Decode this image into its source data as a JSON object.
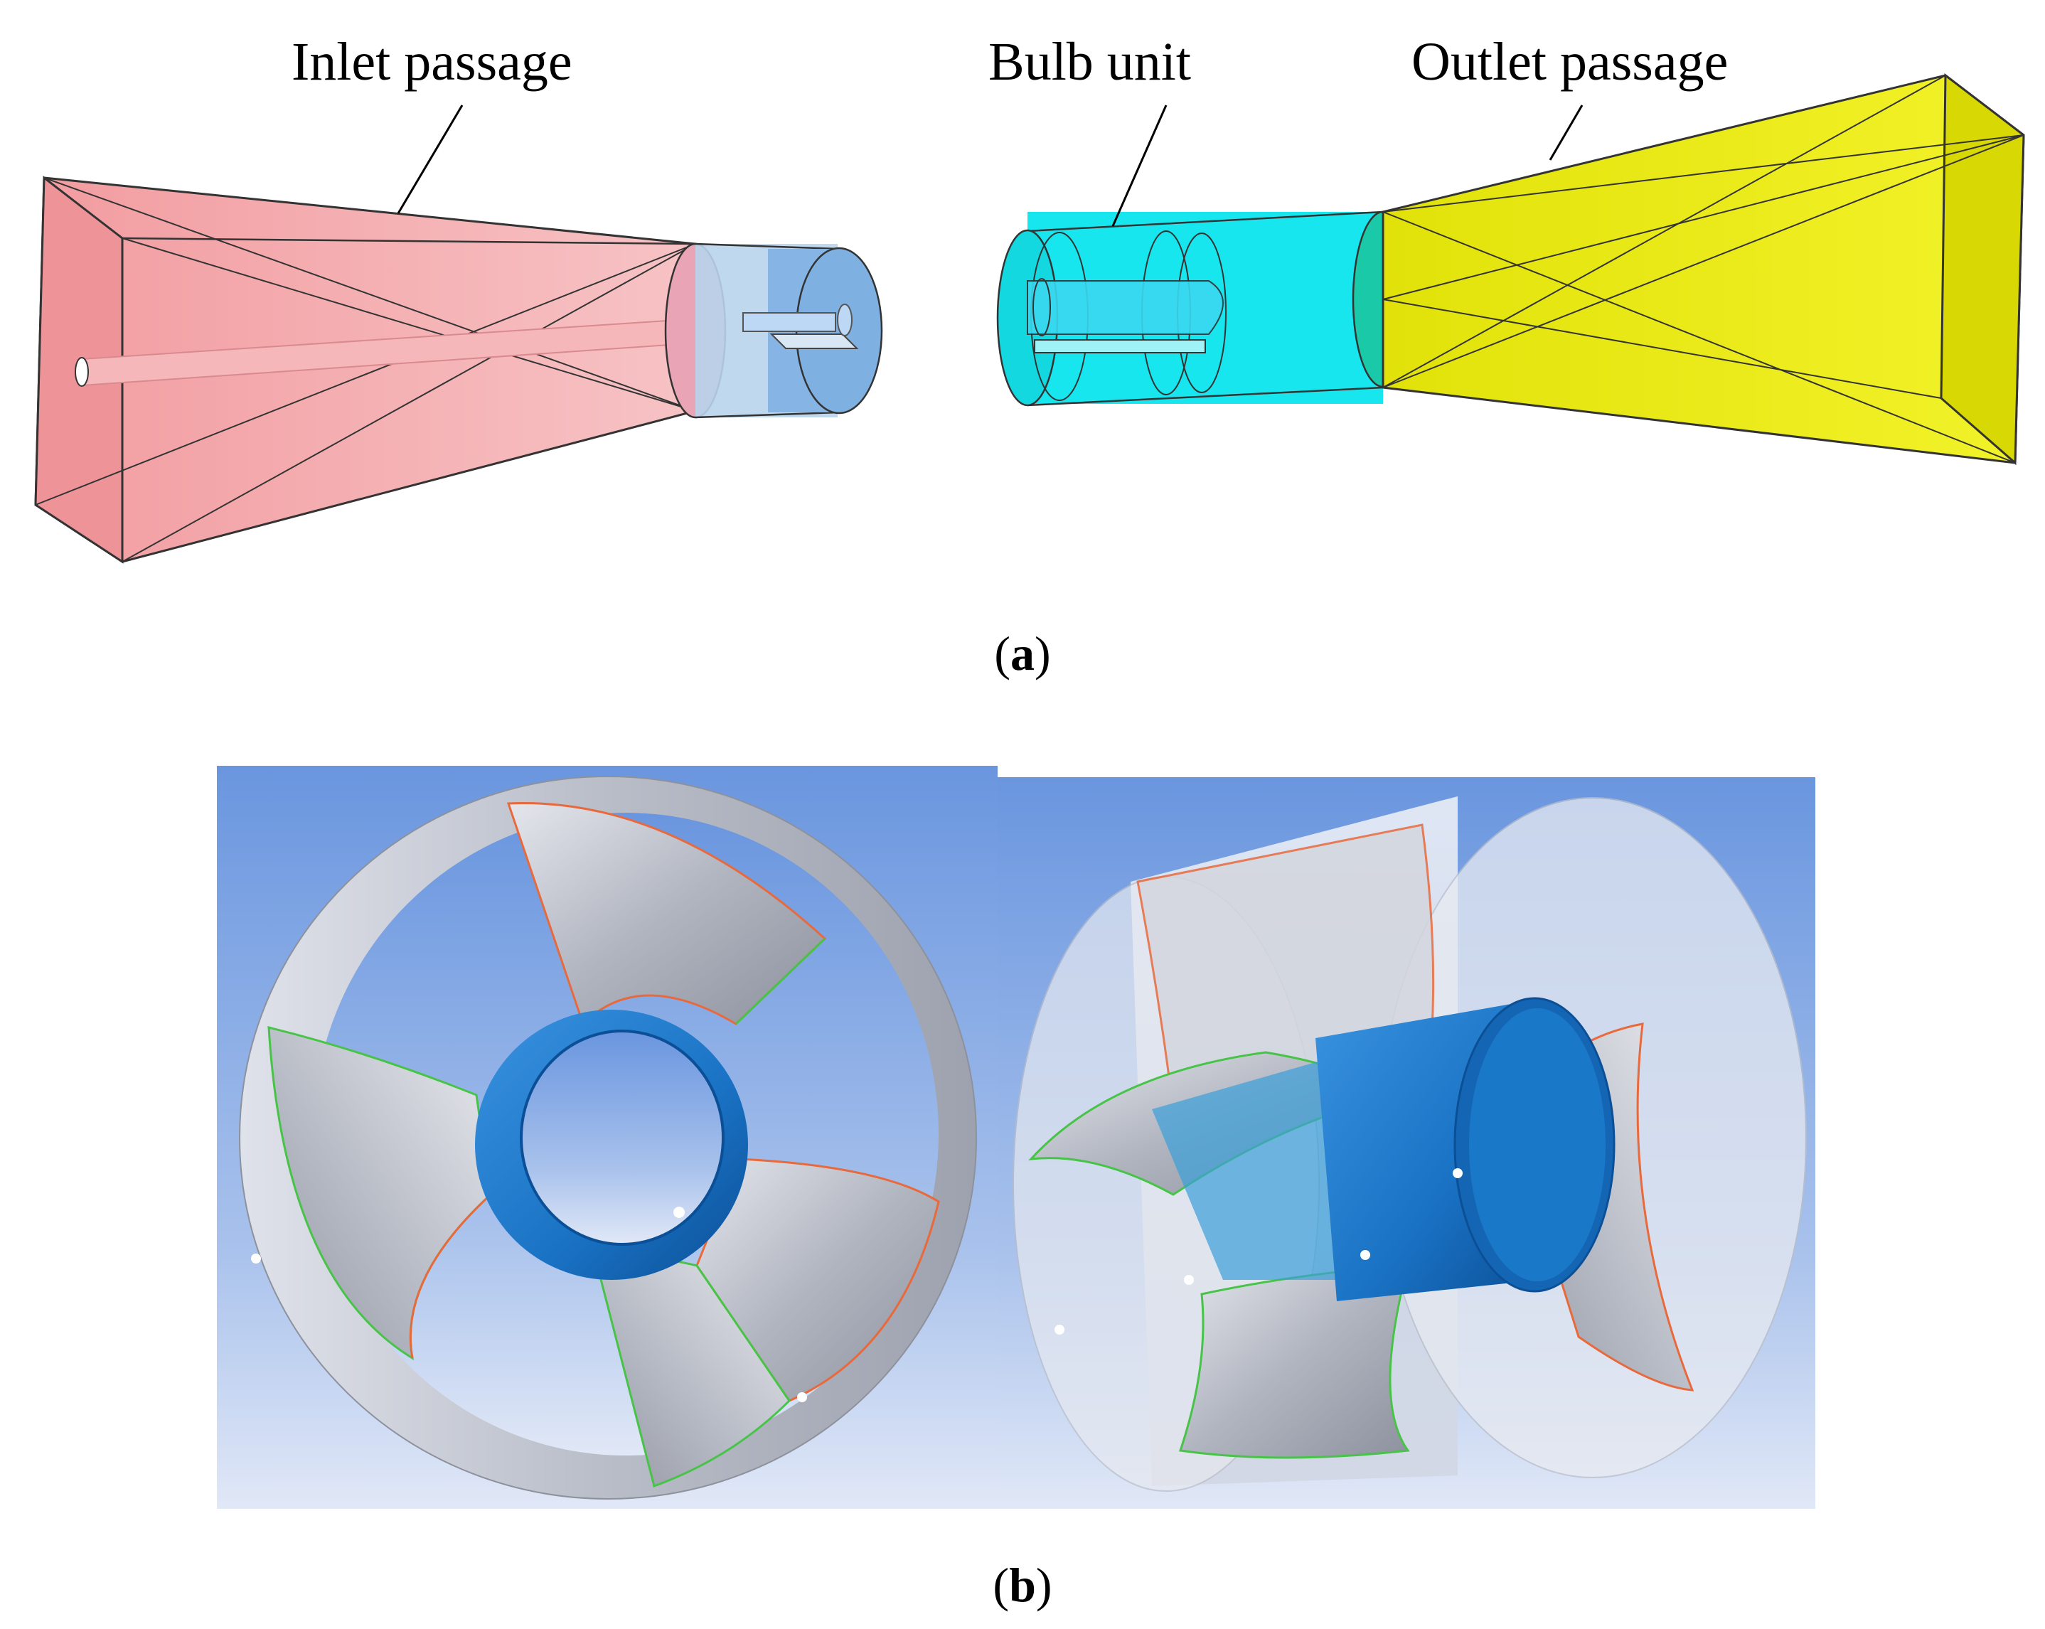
{
  "figure_a": {
    "labels": {
      "inlet": "Inlet passage",
      "bulb": "Bulb unit",
      "outlet": "Outlet passage"
    },
    "caption_letter": "a"
  },
  "figure_b": {
    "caption_letter": "b"
  },
  "colors": {
    "inlet_fill": "#f4a3a6",
    "bulb_fill": "#19e3ea",
    "outlet_fill": "#ecec10",
    "hub_blue": "#1a78c8",
    "background_blue": "#6f9be0",
    "blade_grey": "#b8bcc6",
    "leading_edge_red": "#e8603a",
    "trailing_edge_green": "#4cc84c"
  },
  "icons": {
    "inlet_passage": "pink-truncated-pyramid-shape",
    "bulb_unit": "cyan-cylinder-shape",
    "outlet_passage": "yellow-truncated-pyramid-shape",
    "impeller_front": "four-blade-impeller-in-shroud",
    "impeller_side": "impeller-in-transparent-cylinder"
  }
}
